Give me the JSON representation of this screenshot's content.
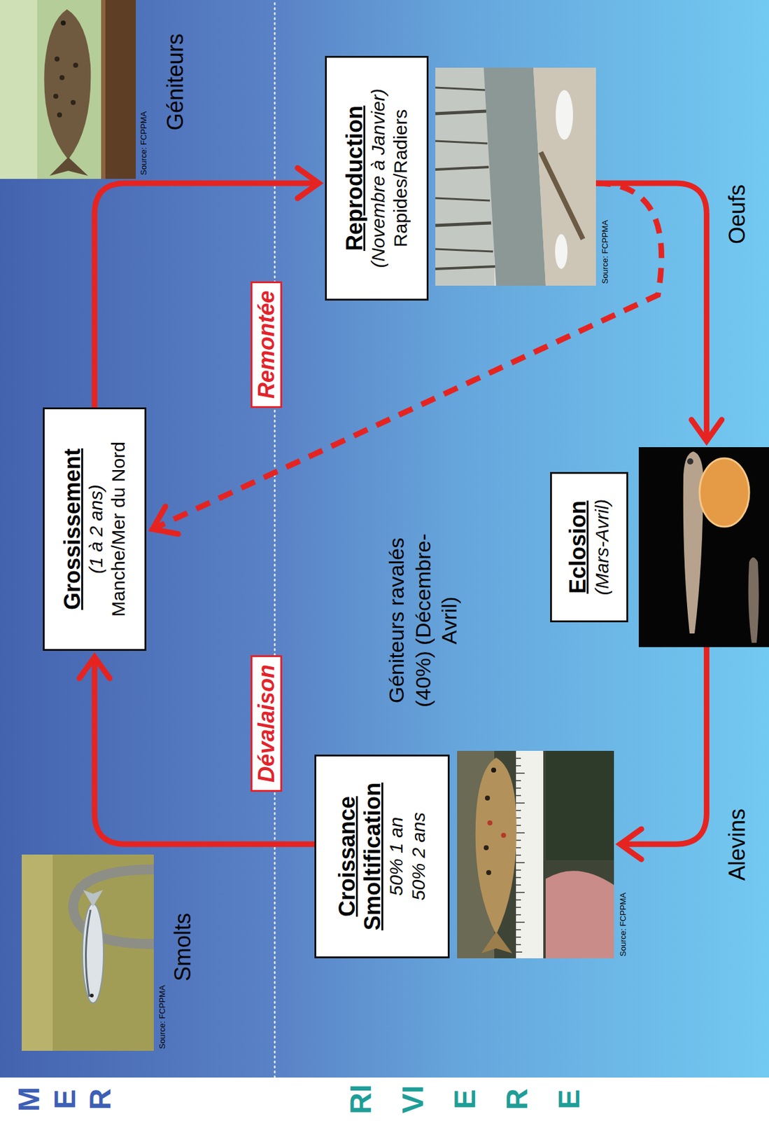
{
  "diagram": {
    "nodes": [
      {
        "text": [
          "Grossissement",
          "(1 à 2 ans)",
          "Manche/Mer du Nord"
        ]
      },
      {
        "text": [
          "Reproduction",
          "(Novembre à Janvier)",
          "Rapides/Radiers"
        ]
      },
      {
        "text": [
          "Eclosion",
          "(Mars-Avril)"
        ]
      },
      {
        "text": [
          "Croissance Smoltification",
          "50% 1 an",
          "50% 2 ans"
        ]
      }
    ],
    "edges": [
      {
        "from": 0,
        "to": 1,
        "arrow": "to",
        "label": "Remontée"
      },
      {
        "from": 1,
        "to": 2,
        "arrow": "to",
        "label": "Oeufs"
      },
      {
        "from": 2,
        "to": 3,
        "arrow": "to",
        "label": "Alevins"
      },
      {
        "from": 3,
        "to": 0,
        "arrow": "to",
        "label": "Dévalaison"
      },
      {
        "from": 1,
        "to": 0,
        "arrow": "to",
        "label": "Géniteurs ravalés (40%) (Décembre-Avril)"
      }
    ],
    "labels": [
      "MER",
      "RIVIERE",
      "Géniteurs",
      "Source: FCPPMA",
      "Source: FCPPMA",
      "Source: FCPPMA",
      "Smolts",
      "Source: FCPPMA"
    ]
  }
}
